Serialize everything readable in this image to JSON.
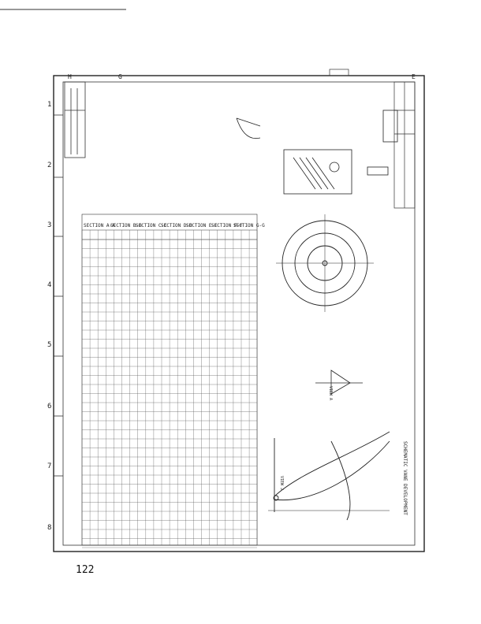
{
  "page": {
    "number": "122"
  },
  "drawing": {
    "grid_columns": [
      "1",
      "2",
      "3",
      "4",
      "5",
      "6",
      "7",
      "8"
    ],
    "grid_rows": [
      "H",
      "G",
      "E"
    ],
    "table": {
      "sections": [
        "SECTION A-A",
        "SECTION B-B",
        "SECTION C-C",
        "SECTION D-D",
        "SECTION E-E",
        "SECTION F-F",
        "SECTION G-G"
      ]
    },
    "note": "SCHEMATIC VANE DEVELOPMENT",
    "view_labels": [
      "VIEW A",
      "VIEW J"
    ],
    "colors": {
      "ink": "#222222",
      "paper": "#ffffff"
    }
  }
}
